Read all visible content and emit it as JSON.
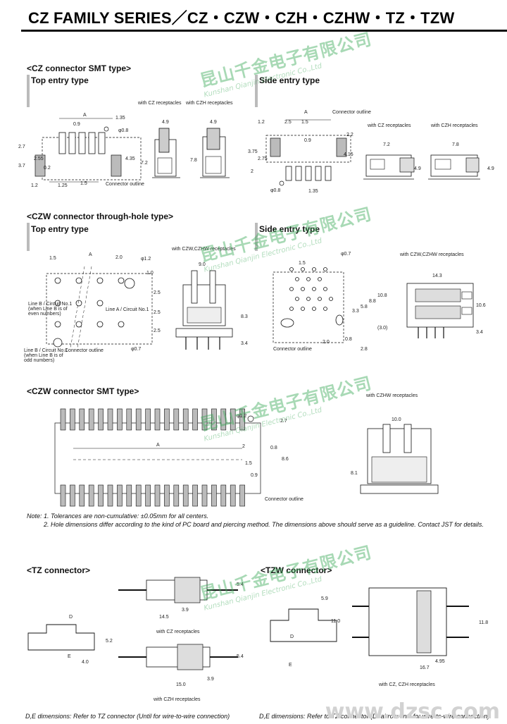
{
  "header": {
    "title": "CZ FAMILY SERIES／CZ・CZW・CZH・CZHW・TZ・TZW"
  },
  "cz_smt": {
    "heading": "<CZ connector SMT type>",
    "top_entry": "Top entry type",
    "side_entry": "Side entry type",
    "with_cz": "with CZ receptacles",
    "with_czh": "with CZH receptacles",
    "connector_outline": "Connector outline",
    "dims_top": [
      "A",
      "1.35",
      "0.9",
      "φ0.8",
      "2.7",
      "3.7",
      "2.55",
      "0.2",
      "4.35",
      "1.2",
      "1.25",
      "1.5"
    ],
    "dims_rec": [
      "4.9",
      "7.2",
      "4.9",
      "7.8"
    ],
    "dims_side": [
      "A",
      "1.2",
      "2.5",
      "1.5",
      "0.9",
      "2.2",
      "3.75",
      "2.75",
      "4.15",
      "1.35",
      "φ0.8",
      "2"
    ],
    "dims_side_rec": [
      "7.2",
      "4.9",
      "7.8",
      "4.9"
    ]
  },
  "czw_th": {
    "heading": "<CZW connector through-hole type>",
    "top_entry": "Top entry type",
    "side_entry": "Side entry type",
    "with_czw": "with CZW,CZHW receptacles",
    "line_b_even": [
      "Line B / Circuit No.1",
      "(when Line B is of",
      "even numbers)"
    ],
    "line_a": "Line A / Circuit No.1",
    "line_b_odd": [
      "Line B / Circuit No.1",
      "(when Line B is of",
      "odd numbers)"
    ],
    "connector_outline": "Connector outline",
    "dims_top": [
      "1.5",
      "A",
      "2.0",
      "φ1.2",
      "1.0",
      "2.5",
      "2.5",
      "2.5",
      "φ0.7"
    ],
    "dims_rec": [
      "9.0",
      "8.3",
      "3.4"
    ],
    "dims_side": [
      "φ0.7",
      "1.5",
      "3.3",
      "5.8",
      "8.8",
      "10.8",
      "(3.0)",
      "2.0",
      "0.8",
      "2.8"
    ],
    "dims_side_rec": [
      "14.3",
      "10.6",
      "3.4"
    ]
  },
  "czw_smt": {
    "heading": "<CZW connector SMT type>",
    "with_czhw": "with CZHW receptacles",
    "connector_outline": "Connector outline",
    "dims": [
      "φ1.2",
      "2.7",
      "A",
      "2",
      "0.8",
      "8.6",
      "1.5",
      "0.9"
    ],
    "dims_rec": [
      "10.0",
      "8.1"
    ]
  },
  "notes": {
    "n1": "Note: 1. Tolerances are non-cumulative: ±0.05mm for all centers.",
    "n2": "2. Hole dimensions differ according to the kind of PC board and piercing method. The dimensions above should serve as a guideline. Contact JST for details."
  },
  "tz": {
    "heading": "<TZ connector>",
    "with_cz": "with CZ receptacles",
    "with_czh": "with CZH receptacles",
    "dims": [
      "D",
      "E",
      "5.2",
      "4.0",
      "5.4",
      "3.9",
      "14.5",
      "5.4",
      "3.9",
      "15.0"
    ],
    "footnote": "D,E dimensions: Refer to TZ connector (Until for wire-to-wire connection)"
  },
  "tzw": {
    "heading": "<TZW connector>",
    "with_cz": "with CZ, CZH receptacles",
    "dims": [
      "D",
      "E",
      "5.9",
      "11.0",
      "11.8",
      "4.95",
      "16.7"
    ],
    "footnote": "D,E dimensions: Refer to TZ connector (Dual-row until for wire-to-wire connection)."
  },
  "watermark": {
    "cn": "昆山千金电子有限公司",
    "en": "Kunshan Qianjin Electronic Co.,Ltd"
  },
  "site": "www.dzsc.com",
  "colors": {
    "watermark": "#3eaa5a",
    "ink": "#111111",
    "shade": "#b8b8b8"
  }
}
